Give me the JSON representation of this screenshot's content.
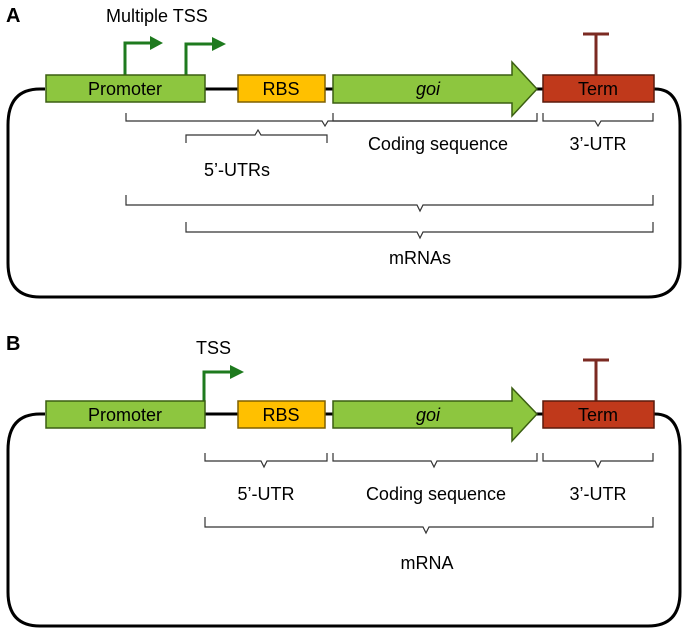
{
  "colors": {
    "promoter": "#8dc63f",
    "promoter_border": "#3b5e12",
    "rbs": "#ffc000",
    "rbs_border": "#7f6000",
    "goi": "#8dc63f",
    "goi_border": "#3b5e12",
    "term": "#c0391b",
    "term_border": "#5a1a0c",
    "term_symbol": "#7b2a22",
    "tss_arrow": "#1e7a1e",
    "backbone": "#000000"
  },
  "panel_a": {
    "letter": "A",
    "tss_label": "Multiple TSS",
    "parts": {
      "promoter": "Promoter",
      "rbs": "RBS",
      "goi": "goi",
      "term": "Term"
    },
    "annotations": {
      "utr5": "5’-UTRs",
      "coding": "Coding sequence",
      "utr3": "3’-UTR",
      "mrna": "mRNAs"
    }
  },
  "panel_b": {
    "letter": "B",
    "tss_label": "TSS",
    "parts": {
      "promoter": "Promoter",
      "rbs": "RBS",
      "goi": "goi",
      "term": "Term"
    },
    "annotations": {
      "utr5": "5’-UTR",
      "coding": "Coding sequence",
      "utr3": "3’-UTR",
      "mrna": "mRNA"
    }
  }
}
